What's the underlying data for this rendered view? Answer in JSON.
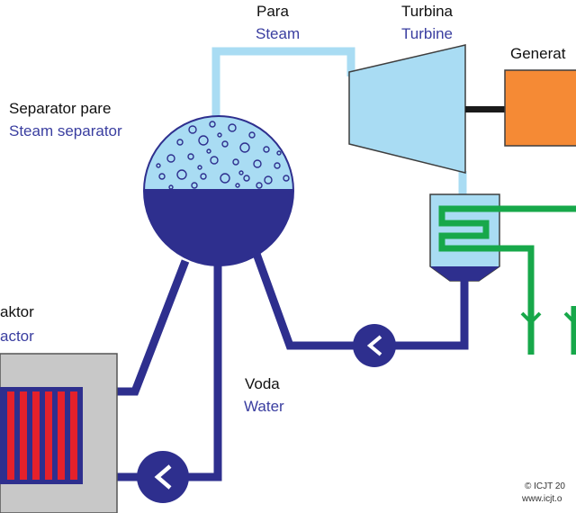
{
  "labels": {
    "steam_local": "Para",
    "steam": "Steam",
    "turbine_local": "Turbina",
    "turbine": "Turbine",
    "generator": "Generat",
    "separator_local": "Separator pare",
    "separator": "Steam separator",
    "reactor_local": "aktor",
    "reactor": "actor",
    "water_local": "Voda",
    "water": "Water"
  },
  "copyright": {
    "line1": "© ICJT 20",
    "line2": "www.icjt.o"
  },
  "colors": {
    "steam": "#a9dcf3",
    "water": "#2e2f8e",
    "cooling": "#17a84a",
    "generator": "#f58a35",
    "reactor_housing": "#c8c8c8",
    "fuel_rod": "#e5212b"
  }
}
